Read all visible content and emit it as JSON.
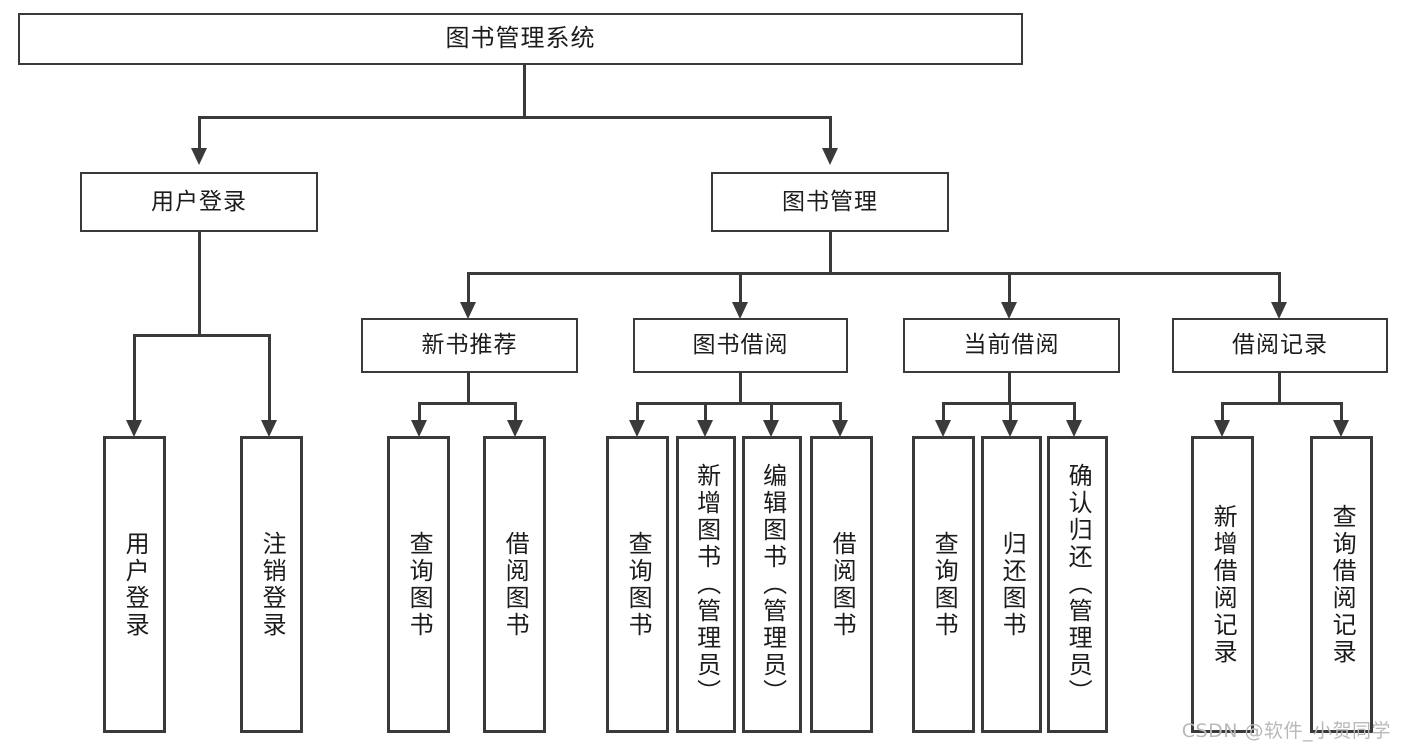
{
  "diagram": {
    "title": "图书管理系统",
    "type": "tree",
    "watermark": "CSDN @软件_小贺同学",
    "nodes": {
      "root": {
        "label": "图书管理系统"
      },
      "level1": [
        {
          "id": "user-login",
          "label": "用户登录"
        },
        {
          "id": "book-manage",
          "label": "图书管理"
        }
      ],
      "level2": [
        {
          "id": "new-book-recommend",
          "label": "新书推荐"
        },
        {
          "id": "book-borrow",
          "label": "图书借阅"
        },
        {
          "id": "current-borrow",
          "label": "当前借阅"
        },
        {
          "id": "borrow-record",
          "label": "借阅记录"
        }
      ],
      "leaves": {
        "user_login": [
          {
            "id": "leaf-user-login",
            "label": "用户登录"
          },
          {
            "id": "leaf-user-logout",
            "label": "注销登录"
          }
        ],
        "new_book_recommend": [
          {
            "id": "leaf-query-book-1",
            "label": "查询图书"
          },
          {
            "id": "leaf-borrow-book-1",
            "label": "借阅图书"
          }
        ],
        "book_borrow": [
          {
            "id": "leaf-query-book-2",
            "label": "查询图书"
          },
          {
            "id": "leaf-add-book",
            "label": "新增图书（管理员）"
          },
          {
            "id": "leaf-edit-book",
            "label": "编辑图书（管理员）"
          },
          {
            "id": "leaf-borrow-book-2",
            "label": "借阅图书"
          }
        ],
        "current_borrow": [
          {
            "id": "leaf-query-book-3",
            "label": "查询图书"
          },
          {
            "id": "leaf-return-book",
            "label": "归还图书"
          },
          {
            "id": "leaf-confirm-return",
            "label": "确认归还（管理员）"
          }
        ],
        "borrow_record": [
          {
            "id": "leaf-add-record",
            "label": "新增借阅记录"
          },
          {
            "id": "leaf-query-record",
            "label": "查询借阅记录"
          }
        ]
      }
    },
    "colors": {
      "stroke": "#3a3a3a",
      "fill": "#ffffff",
      "text": "#1c1c1c",
      "watermark": "#b9b9b9"
    }
  }
}
